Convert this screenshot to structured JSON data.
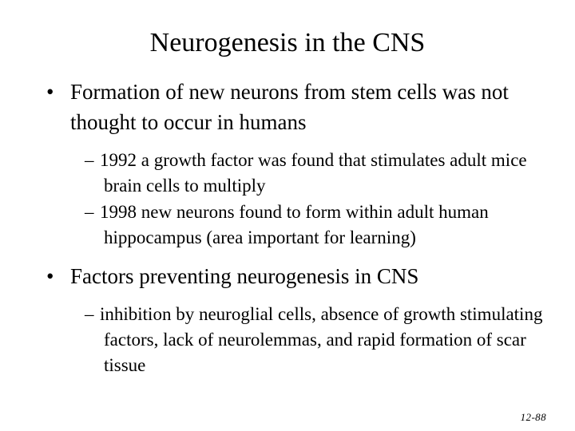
{
  "slide": {
    "title": "Neurogenesis in the CNS",
    "page_number": "12-88",
    "bullet_marker": "•",
    "sub_bullet_marker": "–",
    "text_color": "#000000",
    "background_color": "#ffffff",
    "content": [
      {
        "level": 1,
        "text": "Formation of new neurons from stem cells was not thought to occur in humans"
      },
      {
        "level": 2,
        "text": "1992 a growth factor was found that stimulates adult mice brain cells to multiply"
      },
      {
        "level": 2,
        "text": "1998 new neurons found to form within adult human hippocampus (area important for learning)"
      },
      {
        "level": 1,
        "text": "Factors preventing neurogenesis in CNS"
      },
      {
        "level": 2,
        "text": "inhibition by neuroglial cells, absence of growth stimulating factors, lack of neurolemmas, and rapid formation of scar tissue"
      }
    ]
  }
}
